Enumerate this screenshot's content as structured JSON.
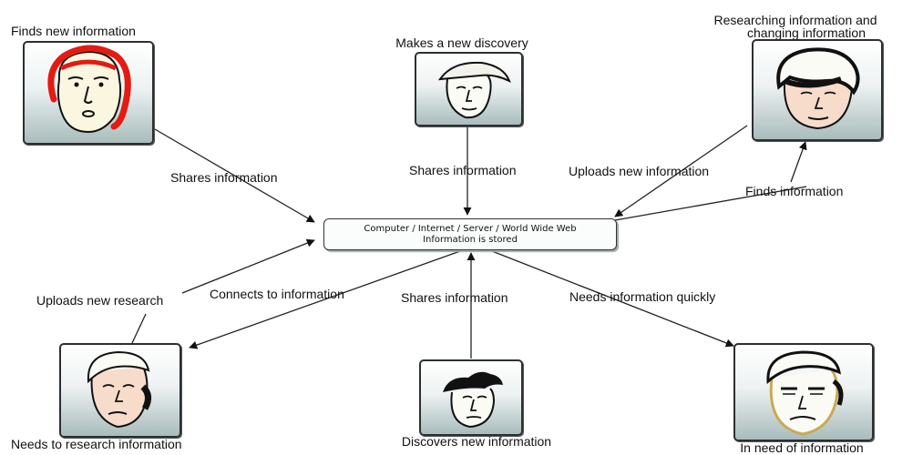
{
  "hub": {
    "line1": "Computer / Internet / Server / World Wide Web",
    "line2": "Information is stored"
  },
  "nodes": {
    "top_left": {
      "caption": "Finds new information",
      "icon": "red-haired-face-icon"
    },
    "top_center": {
      "caption": "Makes a new discovery",
      "icon": "hat-face-icon"
    },
    "top_right": {
      "caption_line1": "Researching information and",
      "caption_line2": "changing information",
      "icon": "face-icon"
    },
    "bottom_left": {
      "caption": "Needs to research information",
      "icon": "face-icon"
    },
    "bottom_center": {
      "caption": "Discovers new information",
      "icon": "spiky-hair-face-icon"
    },
    "bottom_right": {
      "caption": "In need of information",
      "icon": "face-icon"
    }
  },
  "edges": {
    "top_left_share": "Shares information",
    "top_center_share": "Shares information",
    "top_right_upload": "Uploads new information",
    "top_right_find": "Finds information",
    "bottom_left_upload": "Uploads new research",
    "bottom_left_connect": "Connects to information",
    "bottom_center_share": "Shares information",
    "bottom_right_needs": "Needs information quickly"
  }
}
